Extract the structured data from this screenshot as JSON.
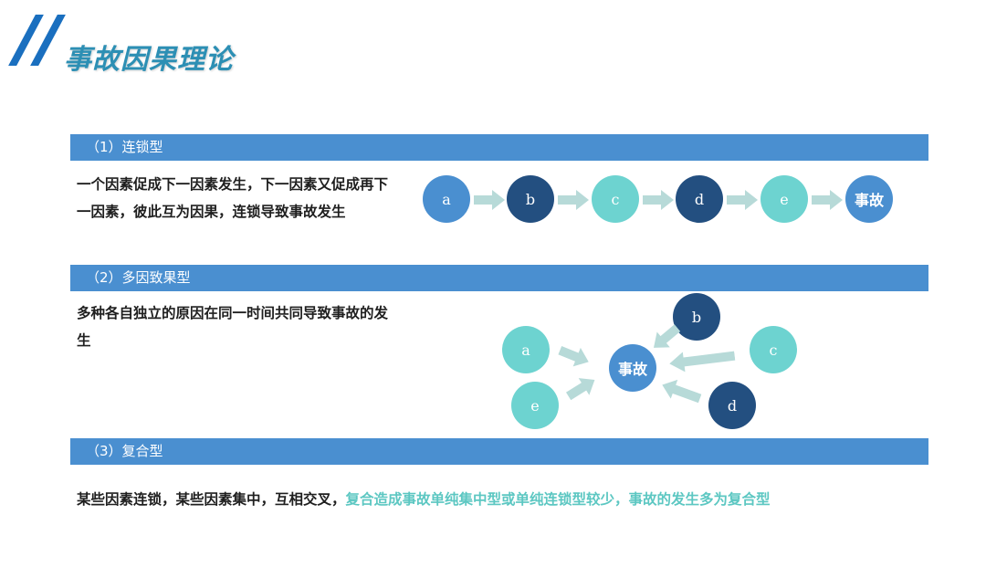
{
  "page": {
    "title": "事故因果理论"
  },
  "sections": [
    {
      "header": "（1）连锁型",
      "text": "一个因素促成下一因素发生，下一因素又促成再下一因素，彼此互为因果，连锁导致事故发生"
    },
    {
      "header": "（2）多因致果型",
      "text": "多种各自独立的原因在同一时间共同导致事故的发生"
    },
    {
      "header": "（3）复合型",
      "text_plain": "某些因素连锁，某些因素集中，互相交叉，",
      "text_highlight": "复合造成事故单纯集中型或单纯连锁型较少，事故的发生多为复合型"
    }
  ],
  "chain_diagram": {
    "nodes": [
      "a",
      "b",
      "c",
      "d",
      "e",
      "事故"
    ]
  },
  "multi_diagram": {
    "center": "事故",
    "nodes": [
      "a",
      "b",
      "c",
      "d",
      "e"
    ]
  },
  "colors": {
    "accent_blue": "#4a8fd0",
    "dark_blue": "#234f80",
    "teal": "#6dd3d0",
    "arrow": "#b7dad8",
    "highlight_text": "#5cc7c2"
  }
}
